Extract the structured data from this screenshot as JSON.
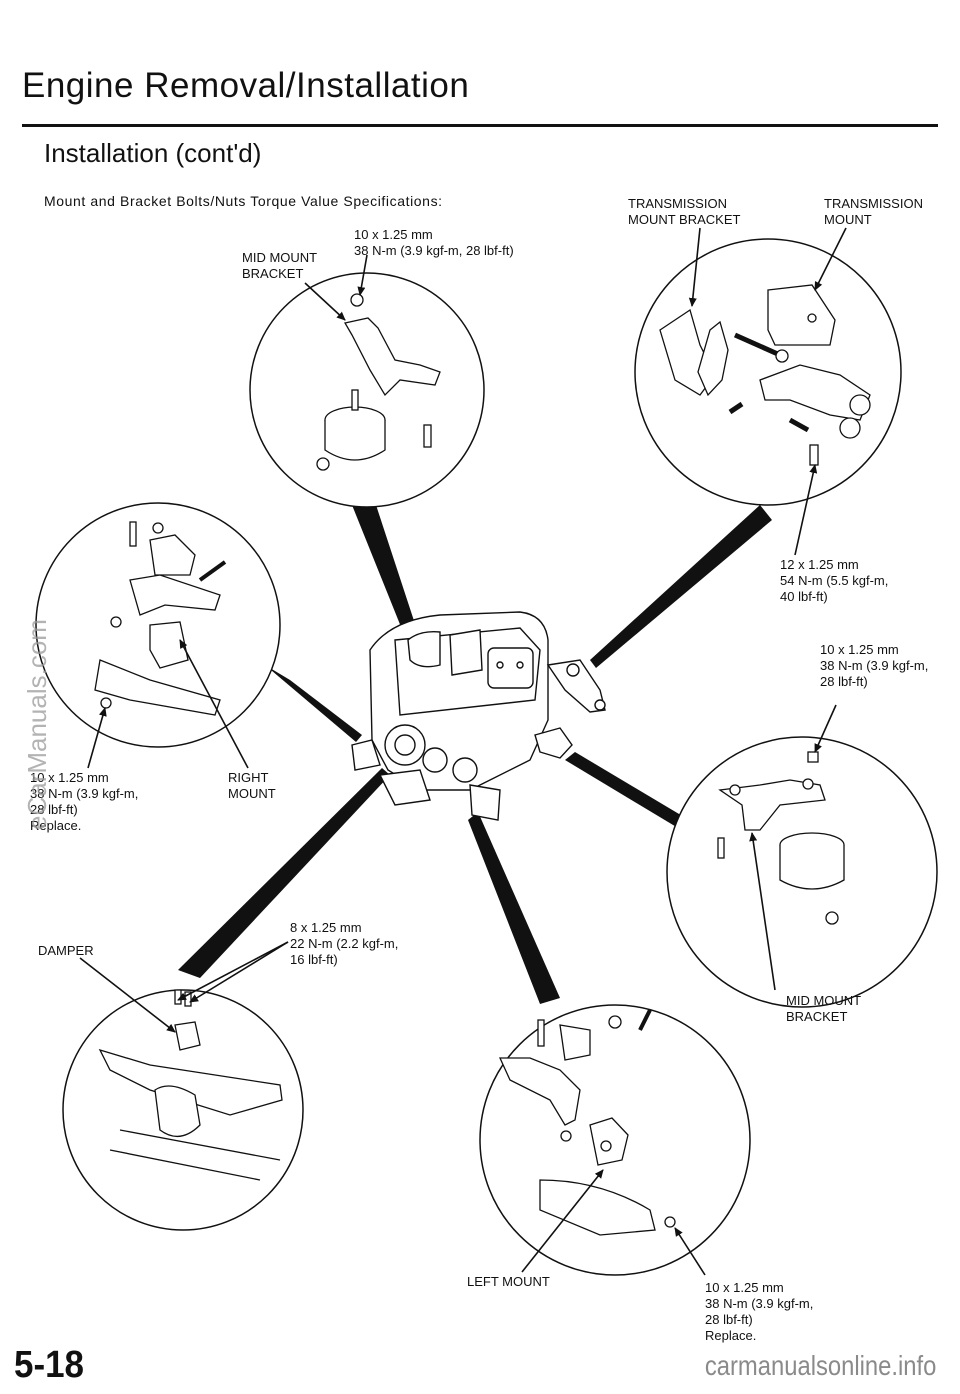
{
  "header": {
    "title": "Engine Removal/Installation",
    "subtitle": "Installation (cont'd)",
    "spec_heading": "Mount and Bracket Bolts/Nuts Torque Value Specifications:"
  },
  "callouts": {
    "mid_mount_bracket_top": {
      "line1": "MID MOUNT",
      "line2": "BRACKET"
    },
    "top_bolt_spec": {
      "line1": "10 x 1.25 mm",
      "line2": "38 N-m (3.9 kgf-m, 28 lbf-ft)"
    },
    "transmission_mount_bracket": {
      "line1": "TRANSMISSION",
      "line2": "MOUNT BRACKET"
    },
    "transmission_mount": {
      "line1": "TRANSMISSION",
      "line2": "MOUNT"
    },
    "trans_bolt_spec": {
      "line1": "12 x 1.25 mm",
      "line2": "54 N-m (5.5 kgf-m,",
      "line3": "40 lbf-ft)"
    },
    "mid_mount_nut_spec": {
      "line1": "10 x 1.25 mm",
      "line2": "38 N-m (3.9 kgf-m,",
      "line3": "28 lbf-ft)"
    },
    "right_mount_spec": {
      "line1": "10 x 1.25 mm",
      "line2": "38 N-m (3.9 kgf-m,",
      "line3": "28 lbf-ft)",
      "line4": "Replace."
    },
    "right_mount": {
      "line1": "RIGHT",
      "line2": "MOUNT"
    },
    "damper": {
      "line1": "DAMPER"
    },
    "damper_bolt_spec": {
      "line1": "8 x 1.25 mm",
      "line2": "22 N-m (2.2 kgf-m,",
      "line3": "16 lbf-ft)"
    },
    "mid_mount_bracket_bottom": {
      "line1": "MID MOUNT",
      "line2": "BRACKET"
    },
    "left_mount": {
      "line1": "LEFT MOUNT"
    },
    "left_mount_spec": {
      "line1": "10 x 1.25 mm",
      "line2": "38 N-m (3.9 kgf-m,",
      "line3": "28 lbf-ft)",
      "line4": "Replace."
    }
  },
  "footer": {
    "page_number": "5-18",
    "site": "carmanualsonline.info"
  },
  "watermark": "eCarManuals.com"
}
